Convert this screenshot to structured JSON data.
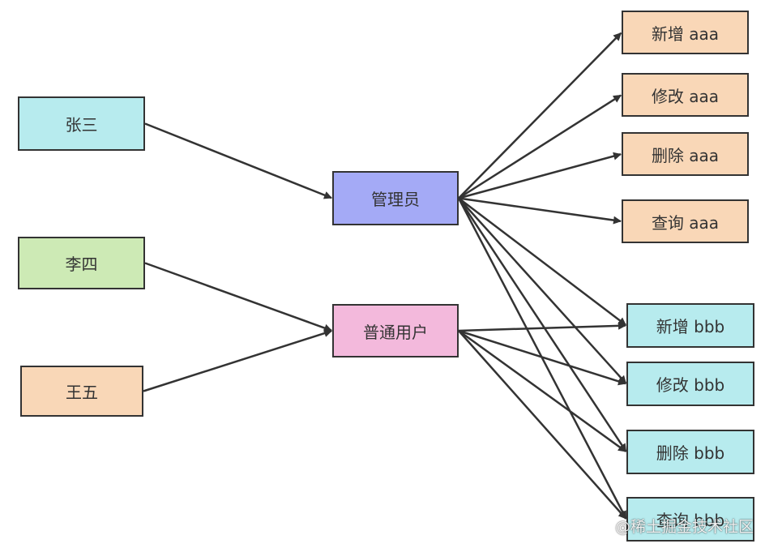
{
  "users": [
    {
      "id": "zhangsan",
      "label": "张三",
      "color": "#b7ebee"
    },
    {
      "id": "lisi",
      "label": "李四",
      "color": "#cdeab5"
    },
    {
      "id": "wangwu",
      "label": "王五",
      "color": "#f9d7b7"
    }
  ],
  "roles": [
    {
      "id": "admin",
      "label": "管理员",
      "color": "#a4aaf6"
    },
    {
      "id": "normal",
      "label": "普通用户",
      "color": "#f3b9dc"
    }
  ],
  "permissions": [
    {
      "id": "add_aaa",
      "label": "新增 aaa",
      "color": "#f9d7b7"
    },
    {
      "id": "edit_aaa",
      "label": "修改 aaa",
      "color": "#f9d7b7"
    },
    {
      "id": "del_aaa",
      "label": "删除 aaa",
      "color": "#f9d7b7"
    },
    {
      "id": "query_aaa",
      "label": "查询 aaa",
      "color": "#f9d7b7"
    },
    {
      "id": "add_bbb",
      "label": "新增 bbb",
      "color": "#b7ebee"
    },
    {
      "id": "edit_bbb",
      "label": "修改 bbb",
      "color": "#b7ebee"
    },
    {
      "id": "del_bbb",
      "label": "删除 bbb",
      "color": "#b7ebee"
    },
    {
      "id": "query_bbb",
      "label": "查询 bbb",
      "color": "#b7ebee"
    }
  ],
  "edges": [
    {
      "from": "zhangsan",
      "to": "admin"
    },
    {
      "from": "lisi",
      "to": "normal"
    },
    {
      "from": "wangwu",
      "to": "normal"
    },
    {
      "from": "admin",
      "to": "add_aaa"
    },
    {
      "from": "admin",
      "to": "edit_aaa"
    },
    {
      "from": "admin",
      "to": "del_aaa"
    },
    {
      "from": "admin",
      "to": "query_aaa"
    },
    {
      "from": "admin",
      "to": "add_bbb"
    },
    {
      "from": "admin",
      "to": "edit_bbb"
    },
    {
      "from": "admin",
      "to": "del_bbb"
    },
    {
      "from": "admin",
      "to": "query_bbb"
    },
    {
      "from": "normal",
      "to": "add_bbb"
    },
    {
      "from": "normal",
      "to": "edit_bbb"
    },
    {
      "from": "normal",
      "to": "del_bbb"
    },
    {
      "from": "normal",
      "to": "query_bbb"
    }
  ],
  "edge_color": "#333333",
  "watermark": "@稀土掘金技术社区"
}
